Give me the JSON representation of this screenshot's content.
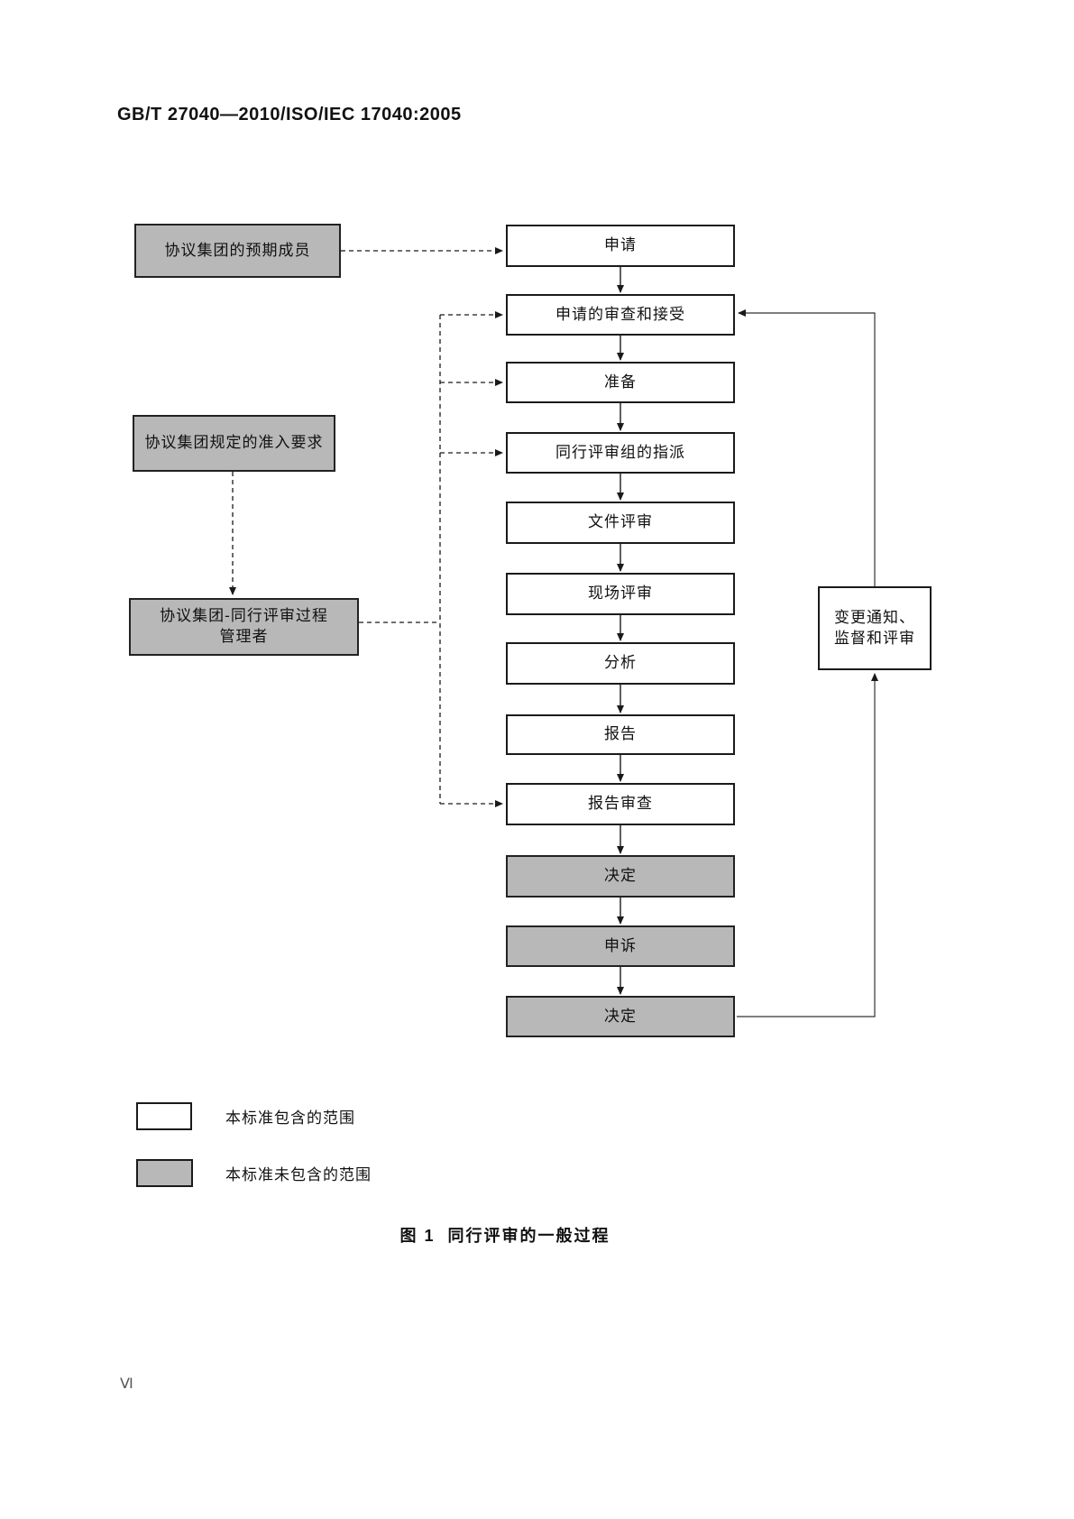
{
  "page": {
    "header": "GB/T 27040—2010/ISO/IEC 17040:2005",
    "caption": "图 1  同行评审的一般过程",
    "page_number": "Ⅵ"
  },
  "flowchart": {
    "left_boxes": [
      {
        "label": "协议集团的预期成员",
        "style": "gray"
      },
      {
        "label": "协议集团规定的准入要求",
        "style": "gray"
      },
      {
        "label": "协议集团-同行评审过程管理者",
        "style": "gray"
      }
    ],
    "process_boxes": [
      {
        "label": "申请",
        "style": "white"
      },
      {
        "label": "申请的审查和接受",
        "style": "white"
      },
      {
        "label": "准备",
        "style": "white"
      },
      {
        "label": "同行评审组的指派",
        "style": "white"
      },
      {
        "label": "文件评审",
        "style": "white"
      },
      {
        "label": "现场评审",
        "style": "white"
      },
      {
        "label": "分析",
        "style": "white"
      },
      {
        "label": "报告",
        "style": "white"
      },
      {
        "label": "报告审查",
        "style": "white"
      },
      {
        "label": "决定",
        "style": "gray"
      },
      {
        "label": "申诉",
        "style": "gray"
      },
      {
        "label": "决定",
        "style": "gray"
      }
    ],
    "side_box": {
      "label": "变更通知、监督和评审",
      "line1": "变更通知、",
      "line2": "监督和评审"
    },
    "legend": [
      {
        "swatch": "white",
        "label": "本标准包含的范围"
      },
      {
        "swatch": "gray",
        "label": "本标准未包含的范围"
      }
    ],
    "colors": {
      "gray_fill": "#b8b8b8",
      "line": "#1a1a1a",
      "box_border": "#1a1a1a",
      "background": "#ffffff"
    }
  }
}
